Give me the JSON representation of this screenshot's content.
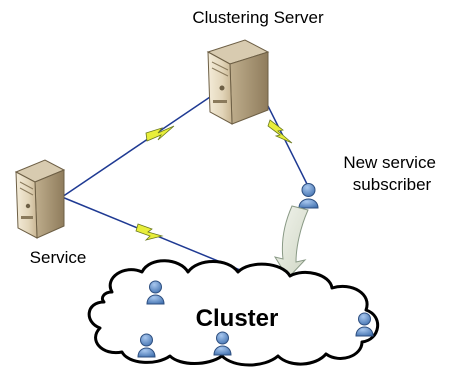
{
  "nodes": {
    "clustering_server": {
      "label": "Clustering Server"
    },
    "service": {
      "label": "Service"
    },
    "new_subscriber": {
      "label_lines": [
        "New service",
        "subscriber"
      ]
    },
    "cluster": {
      "label": "Cluster"
    }
  },
  "colors": {
    "link": "#1f3a93",
    "lightning": "#e8ee3a",
    "lightning_outline": "#6b7a1e",
    "server_light": "#e9dfc9",
    "server_dark": "#a99676",
    "user": "#5b8cc8",
    "cloud_stroke": "#000000",
    "arrow_fill": "#e3e8d9",
    "arrow_stroke": "#8a9a86"
  },
  "icons": {
    "server": "server-icon",
    "user": "user-icon",
    "lightning": "lightning-icon",
    "cloud": "cloud-icon"
  }
}
